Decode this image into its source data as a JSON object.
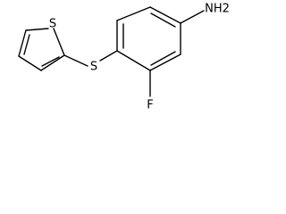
{
  "molecule": {
    "name": "",
    "atoms": [
      {
        "id": "s1",
        "label": "S"
      },
      {
        "id": "s2",
        "label": "S"
      },
      {
        "id": "n",
        "label": "NH2"
      },
      {
        "id": "f",
        "label": "F"
      }
    ]
  }
}
